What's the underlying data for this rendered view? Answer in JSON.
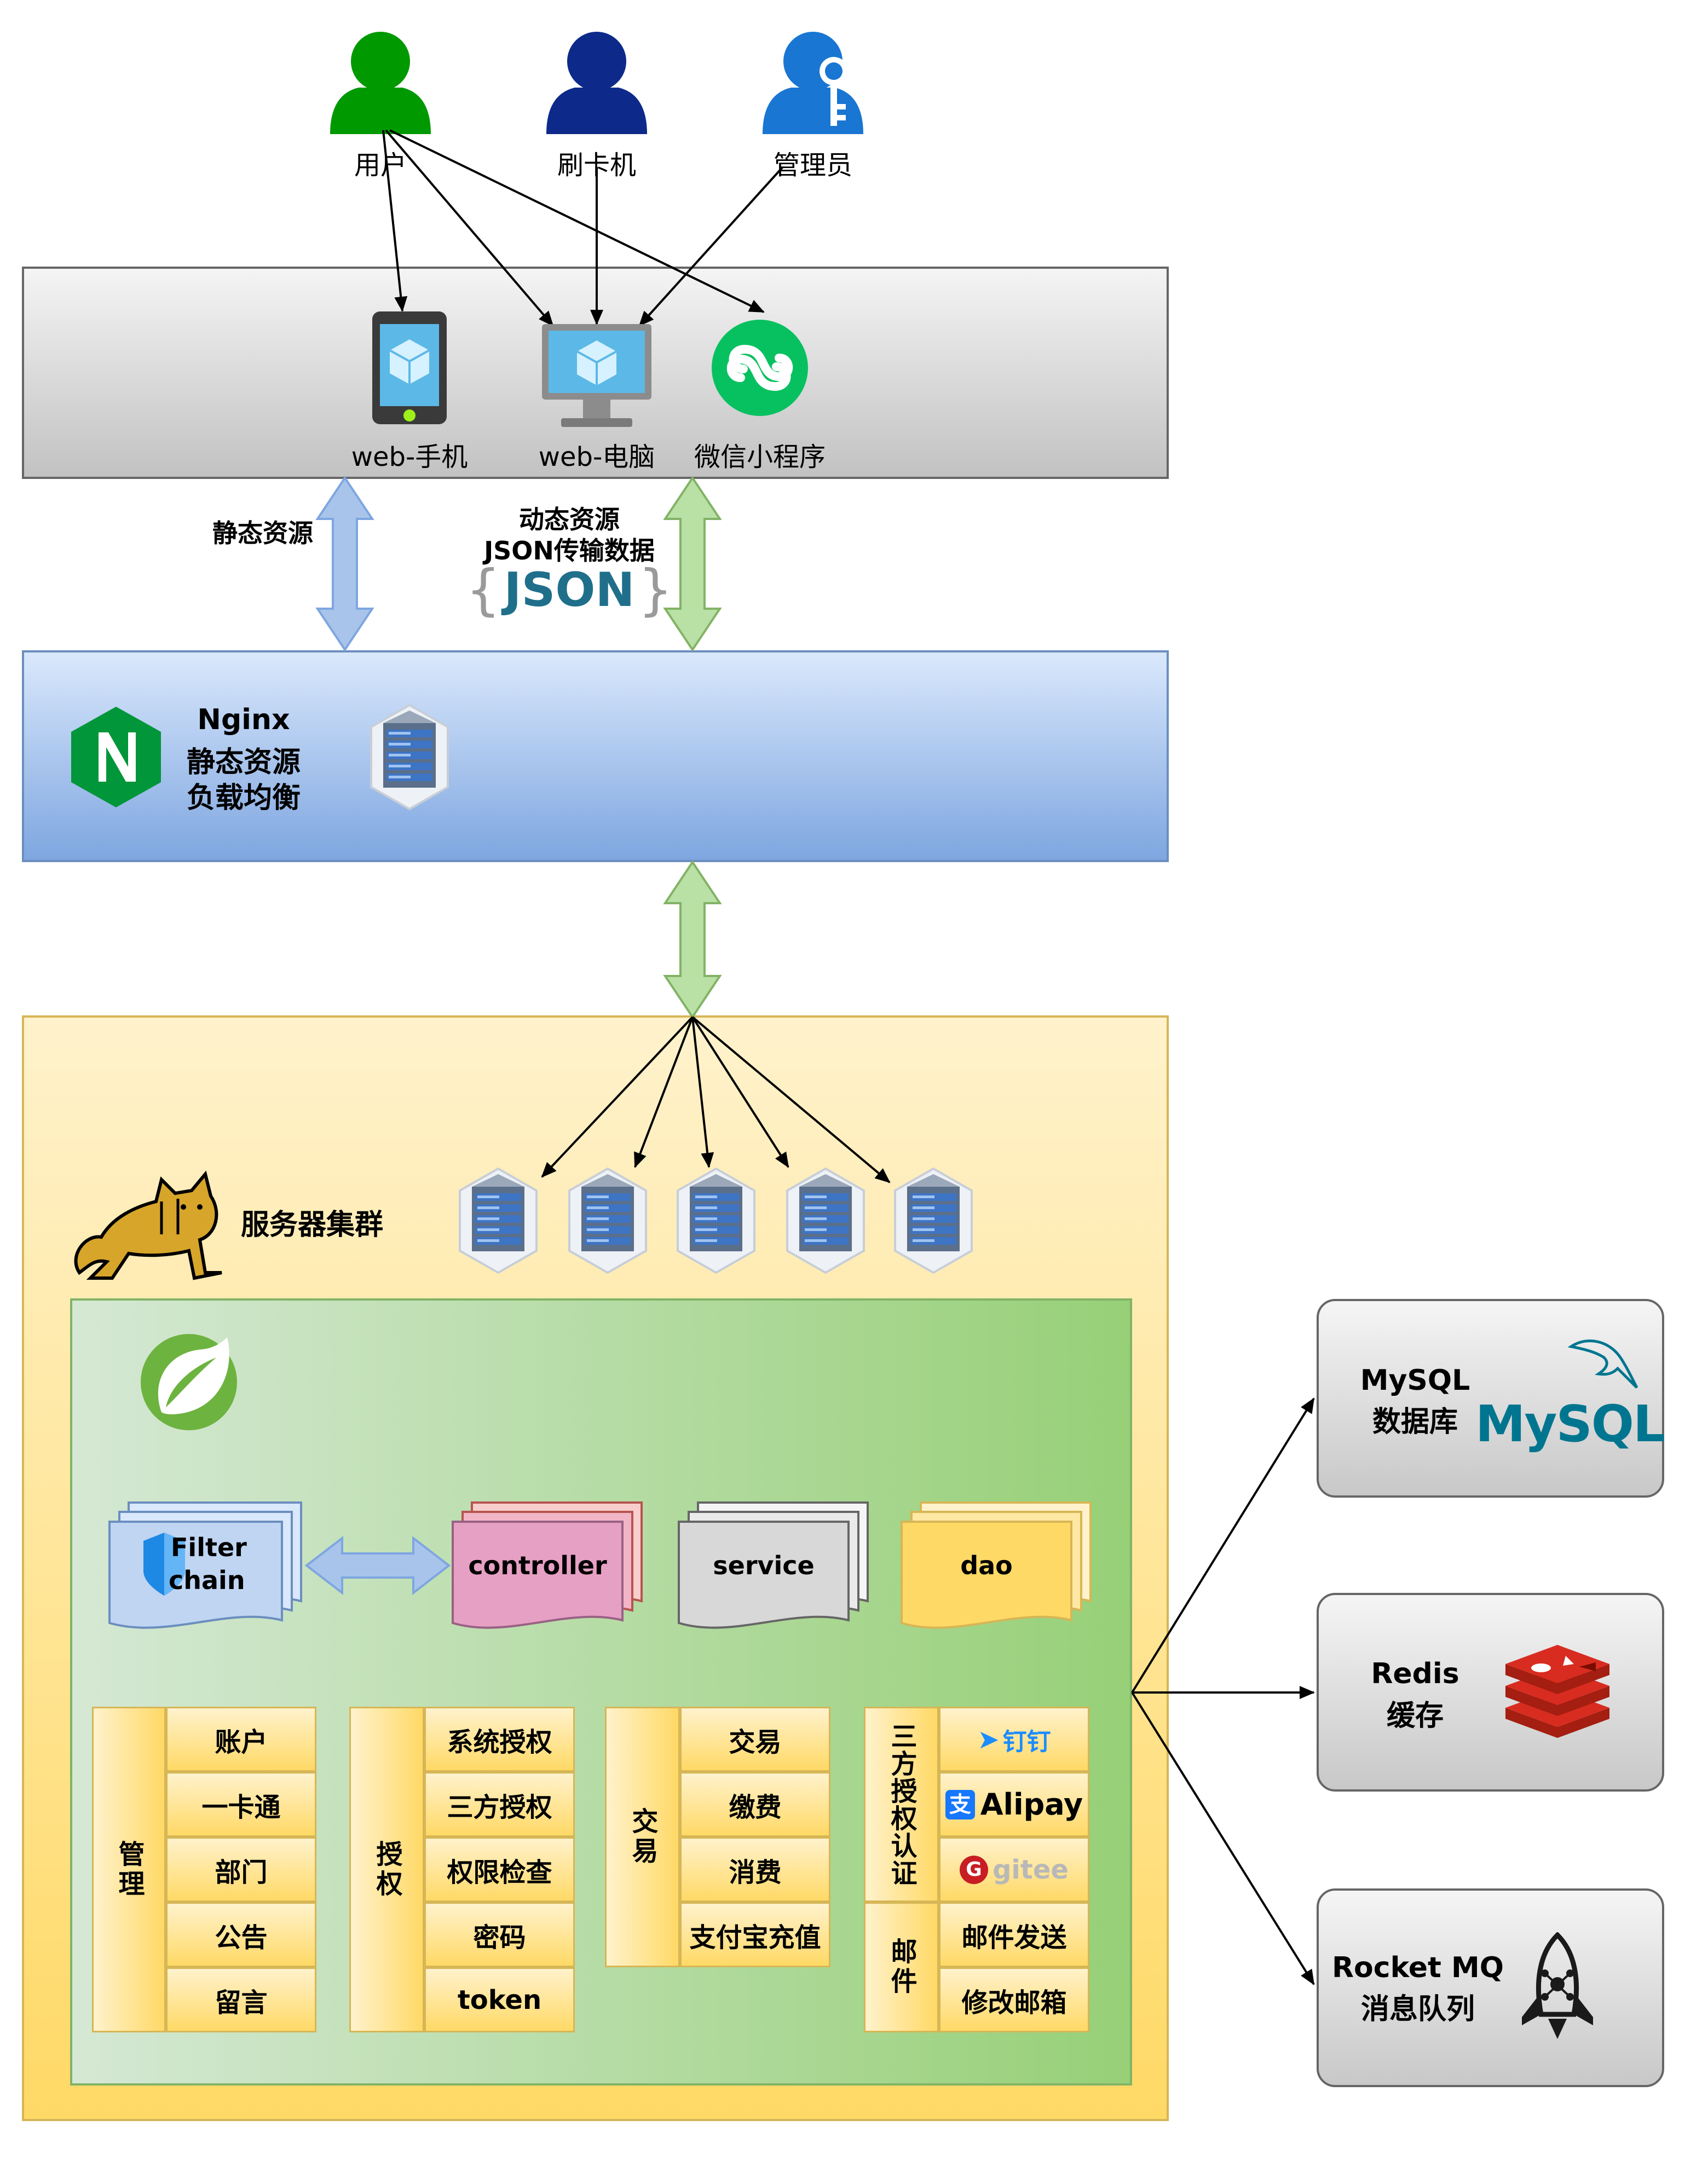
{
  "actors": {
    "user": "用户",
    "card_machine": "刷卡机",
    "admin": "管理员"
  },
  "clients": {
    "mobile": "web-手机",
    "pc": "web-电脑",
    "miniprogram": "微信小程序"
  },
  "links": {
    "static_label": "静态资源",
    "dynamic_label_1": "动态资源",
    "dynamic_label_2": "JSON传输数据",
    "json_logo": "JSON"
  },
  "nginx": {
    "name": "Nginx",
    "line2": "静态资源",
    "line3": "负载均衡"
  },
  "server": {
    "cluster_label": "服务器集群"
  },
  "layers": {
    "filter_1": "Filter",
    "filter_2": "chain",
    "controller": "controller",
    "service": "service",
    "dao": "dao"
  },
  "modules": {
    "manage": {
      "label": "管理",
      "items": [
        "账户",
        "一卡通",
        "部门",
        "公告",
        "留言"
      ]
    },
    "auth": {
      "label": "授权",
      "items": [
        "系统授权",
        "三方授权",
        "权限检查",
        "密码",
        "token"
      ]
    },
    "trade": {
      "label": "交易",
      "items": [
        "交易",
        "缴费",
        "消费",
        "支付宝充值"
      ]
    },
    "third": {
      "label": "三方授权认证",
      "logos": [
        "钉钉",
        "Alipay",
        "gitee"
      ]
    },
    "mail": {
      "label": "邮件",
      "items": [
        "邮件发送",
        "修改邮箱"
      ]
    }
  },
  "external": {
    "mysql_1": "MySQL",
    "mysql_2": "数据库",
    "mysql_logo": "MySQL",
    "redis_1": "Redis",
    "redis_2": "缓存",
    "mq_1": "Rocket MQ",
    "mq_2": "消息队列"
  },
  "colors": {
    "user": "#009900",
    "card_machine": "#0d2a8a",
    "admin": "#1976d2",
    "static_arrow": "#7ea6e0",
    "dynamic_arrow": "#97d077",
    "spring": "#6db33f",
    "controller": "#e6a0c4",
    "redis": "#d82c20"
  }
}
